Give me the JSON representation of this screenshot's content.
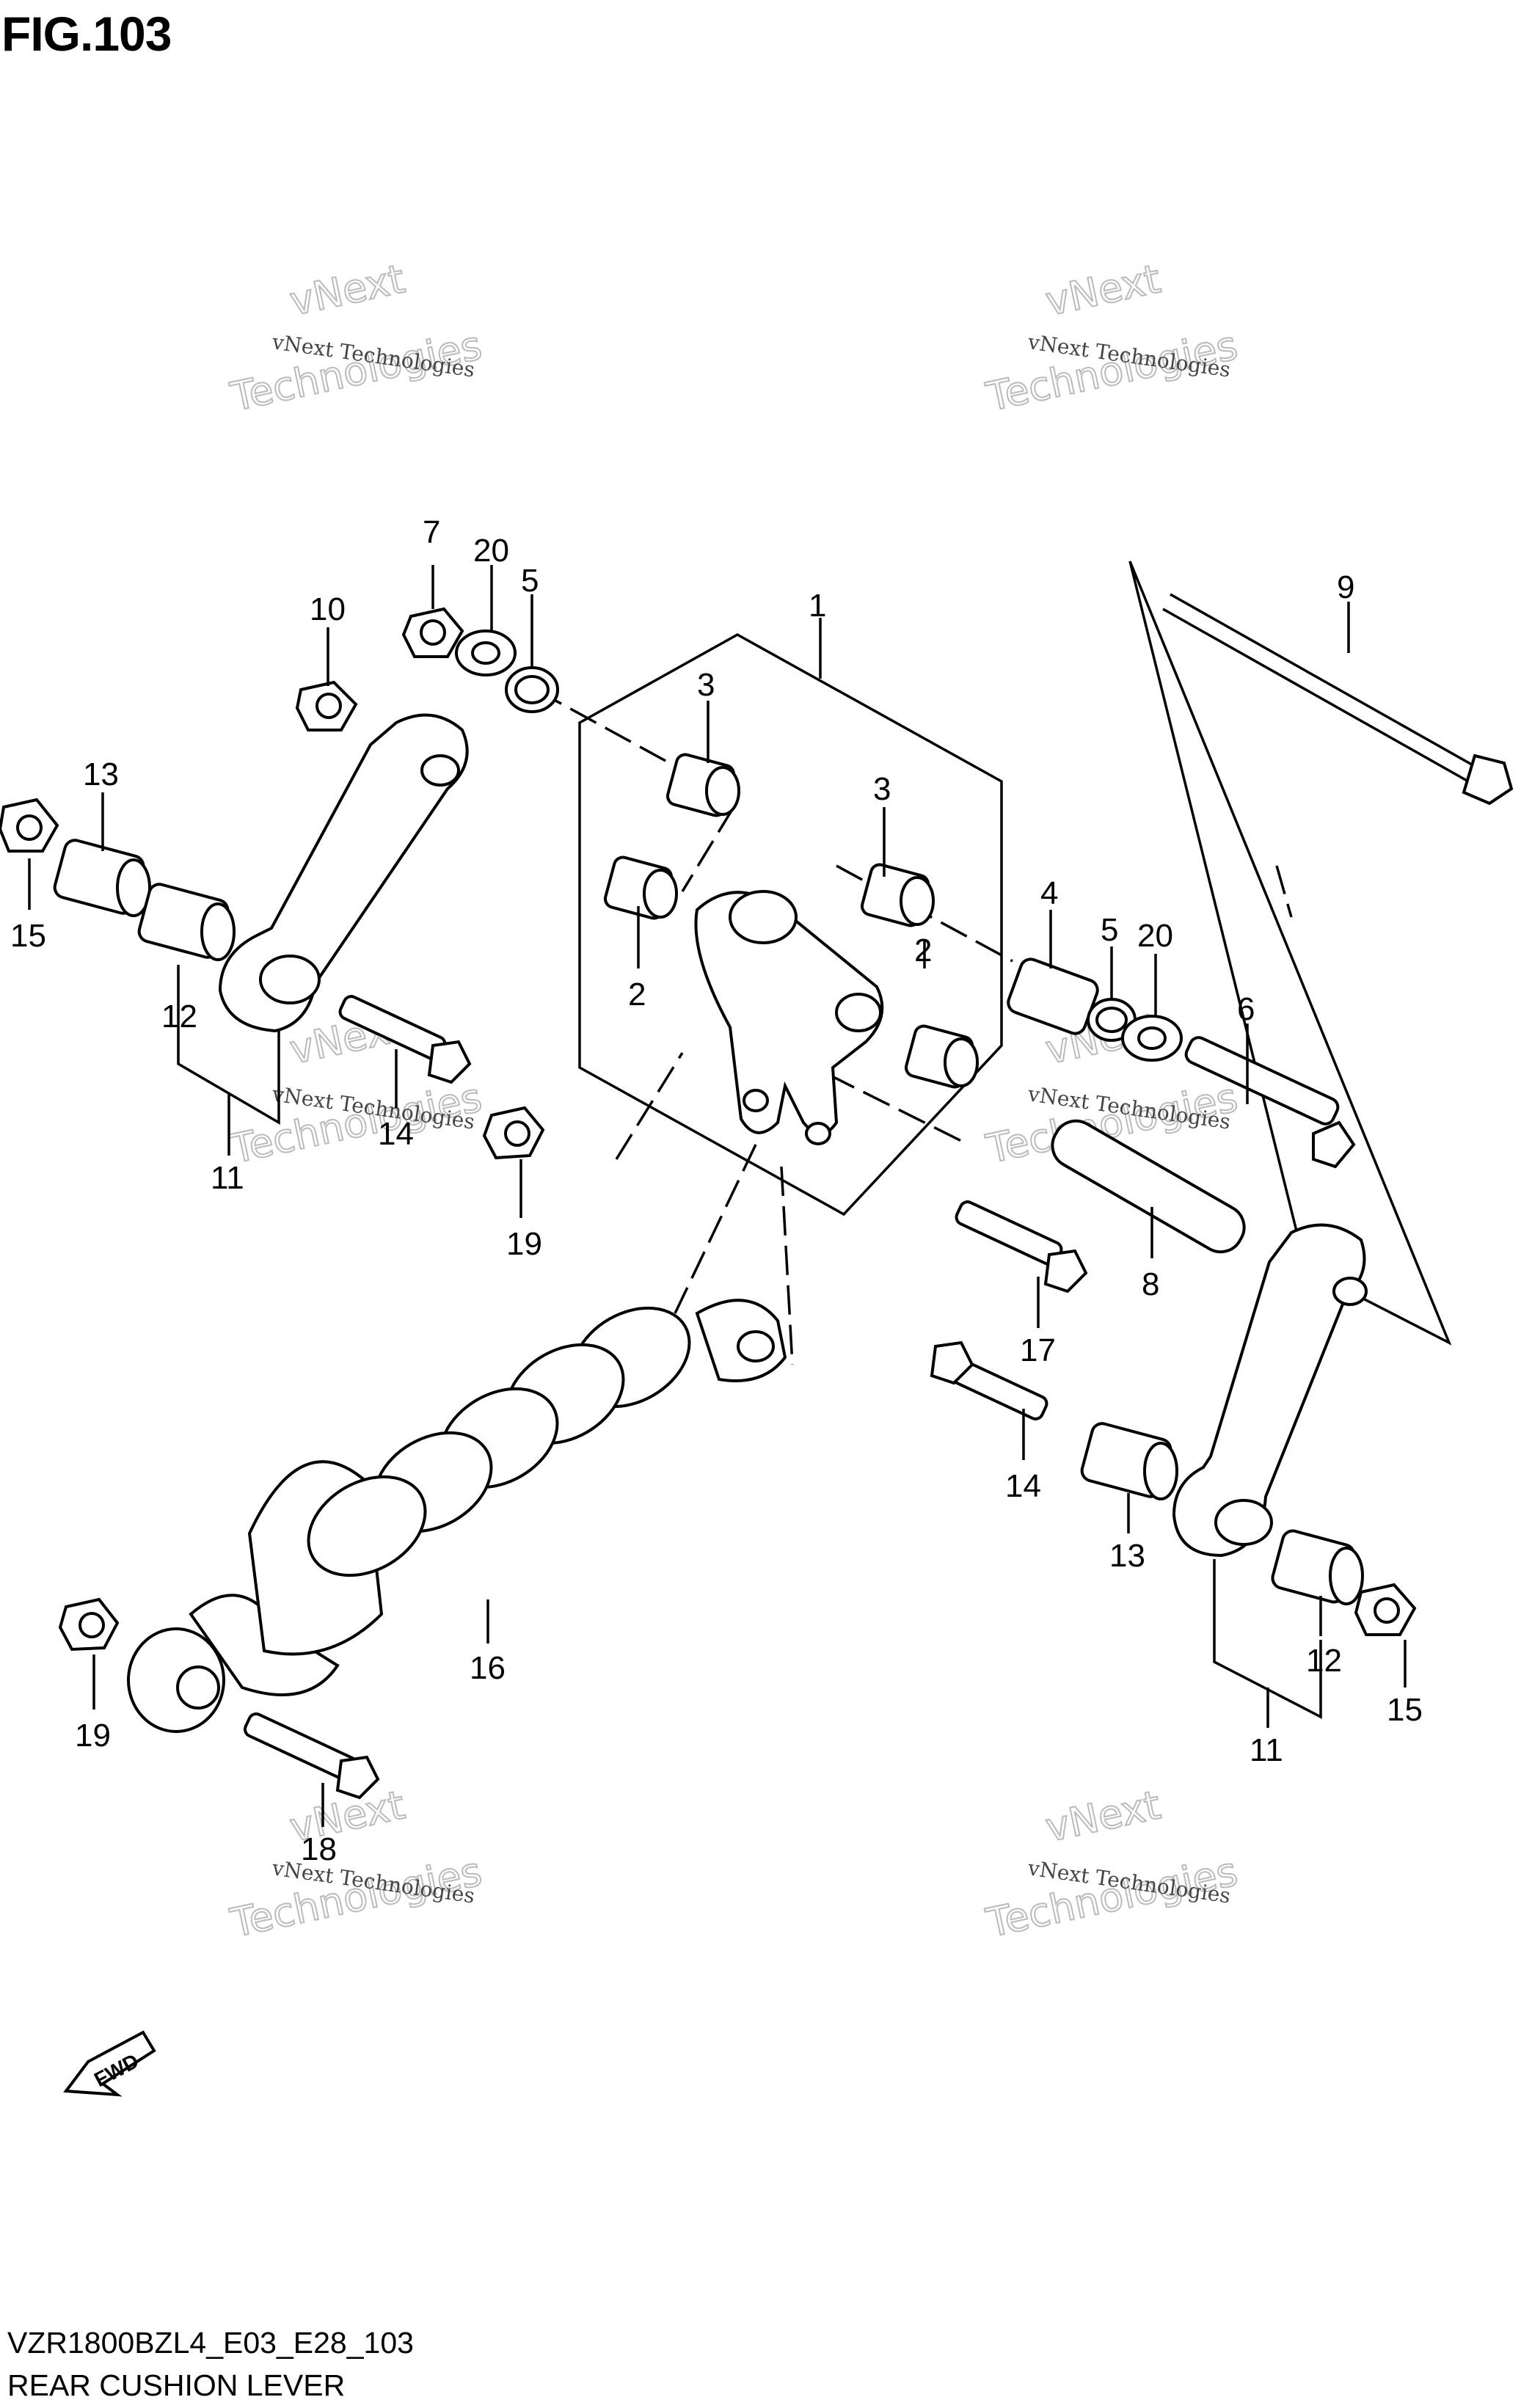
{
  "figure": {
    "title": "FIG.103"
  },
  "footer": {
    "model_code": "VZR1800BZL4_E03_E28_103",
    "section_name": "REAR CUSHION LEVER"
  },
  "watermark": {
    "brand_line": "vNext Technologies",
    "word_1": "vNext",
    "word_2": "Technologies"
  },
  "fwd_arrow": {
    "label": "FWD"
  },
  "callouts": {
    "c1": "1",
    "c2a": "2",
    "c2b": "2",
    "c3a": "3",
    "c3b": "3",
    "c4": "4",
    "c5a": "5",
    "c5b": "5",
    "c6": "6",
    "c7": "7",
    "c8": "8",
    "c9": "9",
    "c10": "10",
    "c11a": "11",
    "c11b": "11",
    "c12a": "12",
    "c12b": "12",
    "c13a": "13",
    "c13b": "13",
    "c14a": "14",
    "c14b": "14",
    "c15a": "15",
    "c15b": "15",
    "c16": "16",
    "c17": "17",
    "c18": "18",
    "c19a": "19",
    "c19b": "19",
    "c20a": "20",
    "c20b": "20"
  }
}
